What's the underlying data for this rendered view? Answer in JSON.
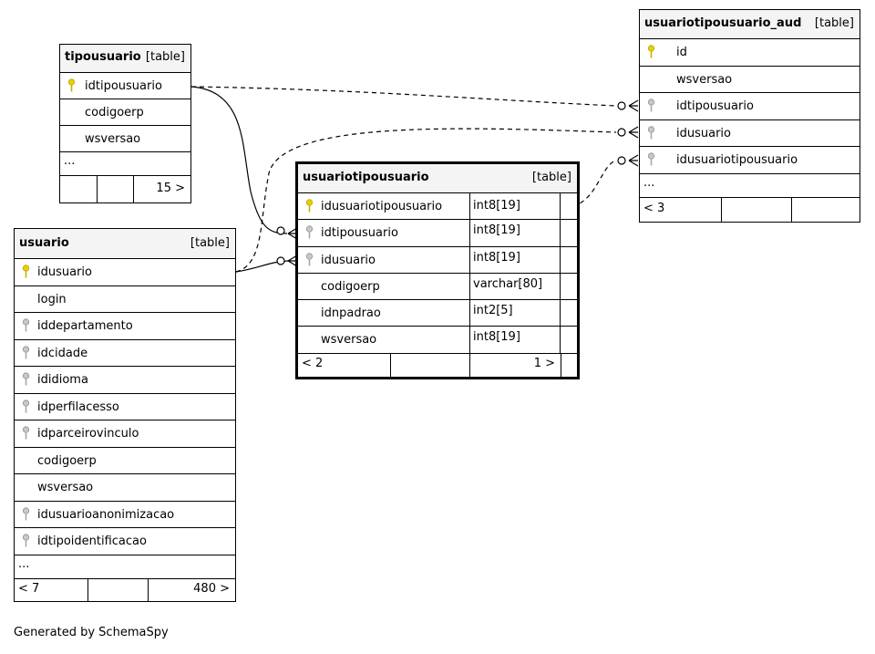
{
  "tables": {
    "tipousuario": {
      "name": "tipousuario",
      "type": "[table]",
      "columns": [
        {
          "name": "idtipousuario",
          "key": "primary"
        },
        {
          "name": "codigoerp",
          "key": "none"
        },
        {
          "name": "wsversao",
          "key": "none"
        }
      ],
      "more": "...",
      "footer": {
        "left": "",
        "right": "15 >"
      }
    },
    "usuario": {
      "name": "usuario",
      "type": "[table]",
      "columns": [
        {
          "name": "idusuario",
          "key": "primary"
        },
        {
          "name": "login",
          "key": "none"
        },
        {
          "name": "iddepartamento",
          "key": "foreign"
        },
        {
          "name": "idcidade",
          "key": "foreign"
        },
        {
          "name": "ididioma",
          "key": "foreign"
        },
        {
          "name": "idperfilacesso",
          "key": "foreign"
        },
        {
          "name": "idparceirovinculo",
          "key": "foreign"
        },
        {
          "name": "codigoerp",
          "key": "none"
        },
        {
          "name": "wsversao",
          "key": "none"
        },
        {
          "name": "idusuarioanonimizacao",
          "key": "foreign"
        },
        {
          "name": "idtipoidentificacao",
          "key": "foreign"
        }
      ],
      "more": "...",
      "footer": {
        "left": "< 7",
        "right": "480 >"
      }
    },
    "usuariotipousuario": {
      "name": "usuariotipousuario",
      "type": "[table]",
      "columns": [
        {
          "name": "idusuariotipousuario",
          "key": "primary",
          "type": "int8[19]"
        },
        {
          "name": "idtipousuario",
          "key": "foreign",
          "type": "int8[19]"
        },
        {
          "name": "idusuario",
          "key": "foreign",
          "type": "int8[19]"
        },
        {
          "name": "codigoerp",
          "key": "none",
          "type": "varchar[80]"
        },
        {
          "name": "idnpadrao",
          "key": "none",
          "type": "int2[5]"
        },
        {
          "name": "wsversao",
          "key": "none",
          "type": "int8[19]"
        }
      ],
      "footer": {
        "left": "< 2",
        "right": "1 >"
      }
    },
    "usuariotipousuario_aud": {
      "name": "usuariotipousuario_aud",
      "type": "[table]",
      "columns": [
        {
          "name": "id",
          "key": "primary"
        },
        {
          "name": "wsversao",
          "key": "none"
        },
        {
          "name": "idtipousuario",
          "key": "foreign"
        },
        {
          "name": "idusuario",
          "key": "foreign"
        },
        {
          "name": "idusuariotipousuario",
          "key": "foreign"
        }
      ],
      "more": "...",
      "footer": {
        "left": "< 3",
        "right": ""
      }
    }
  },
  "colors": {
    "primary_key": "#e8d000",
    "foreign_key": "#a8a8a8",
    "header_bg": "#f4f4f4"
  },
  "footer_text": "Generated by SchemaSpy"
}
